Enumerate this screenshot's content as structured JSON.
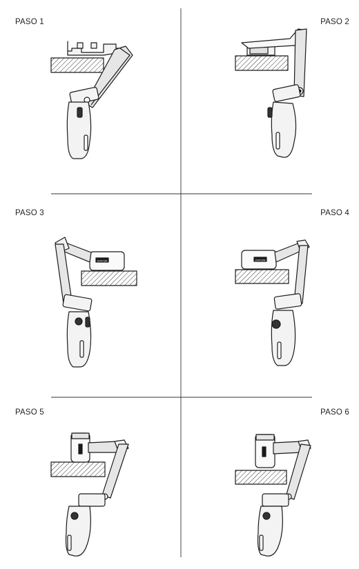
{
  "steps": [
    {
      "label": "PASO 1"
    },
    {
      "label": "PASO 2"
    },
    {
      "label": "PASO 3"
    },
    {
      "label": "PASO 4"
    },
    {
      "label": "PASO 5"
    },
    {
      "label": "PASO 6"
    }
  ],
  "brand_mark": "ZHIYUN",
  "colors": {
    "line": "#1a1a1a",
    "fill_light": "#f2f2f2",
    "fill_mid": "#dcdcdc"
  }
}
